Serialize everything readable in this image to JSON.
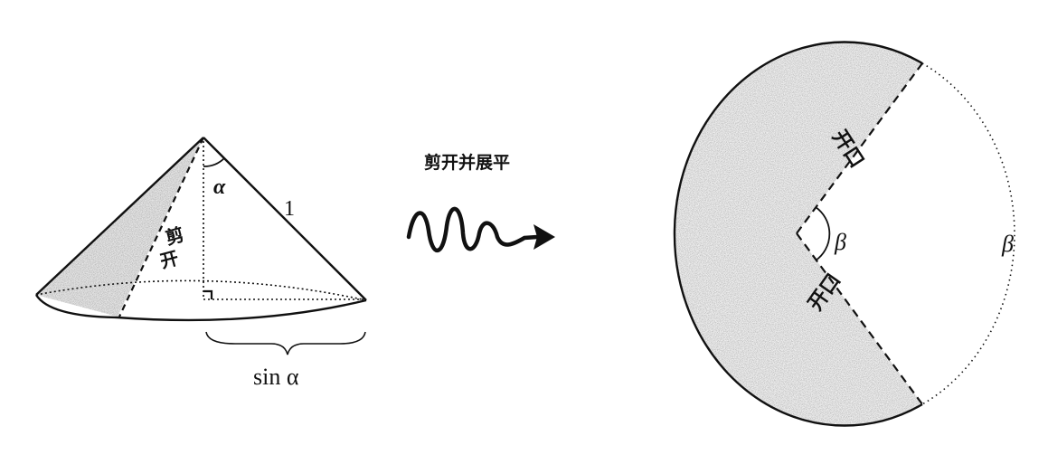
{
  "cone": {
    "angle_label": "α",
    "slant_label": "1",
    "cut_label_1": "剪",
    "cut_label_2": "开",
    "radius_label": "sin α"
  },
  "transition": {
    "caption": "剪开并展平"
  },
  "unfolded": {
    "gap_label_1": "开口",
    "gap_label_2": "开口",
    "angle_label_inner": "β",
    "angle_label_outer": "β"
  },
  "colors": {
    "stroke": "#111111",
    "shade": "#c9c9c9",
    "background": "#ffffff"
  }
}
